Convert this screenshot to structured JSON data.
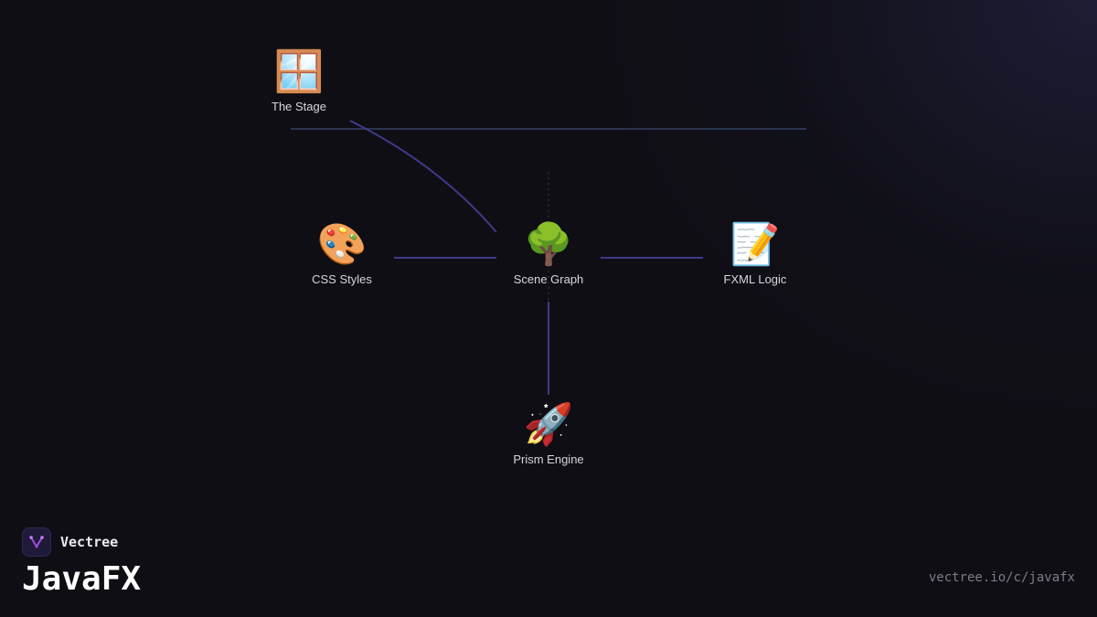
{
  "diagram": {
    "nodes": {
      "stage": {
        "icon": "🪟",
        "icon_name": "window-icon",
        "label": "The Stage"
      },
      "css": {
        "icon": "🎨",
        "icon_name": "palette-icon",
        "label": "CSS Styles"
      },
      "scene": {
        "icon": "🌳",
        "icon_name": "tree-icon",
        "label": "Scene Graph"
      },
      "fxml": {
        "icon": "📝",
        "icon_name": "memo-icon",
        "label": "FXML Logic"
      },
      "prism": {
        "icon": "🚀",
        "icon_name": "rocket-icon",
        "label": "Prism Engine"
      }
    },
    "edges": [
      {
        "from": "stage",
        "to": "scene",
        "style": "curve"
      },
      {
        "from": "css",
        "to": "scene",
        "style": "solid"
      },
      {
        "from": "scene",
        "to": "fxml",
        "style": "solid"
      },
      {
        "from": "scene",
        "to": "prism",
        "style": "solid"
      }
    ],
    "colors": {
      "edge": "#3f3a8a",
      "divider": "#2a3450",
      "background": "#0f0e14"
    }
  },
  "brand": {
    "logo_icon": "vectree-logo-icon",
    "name": "Vectree",
    "title": "JavaFX",
    "accent": "#a04ddf"
  },
  "footer": {
    "url": "vectree.io/c/javafx"
  }
}
